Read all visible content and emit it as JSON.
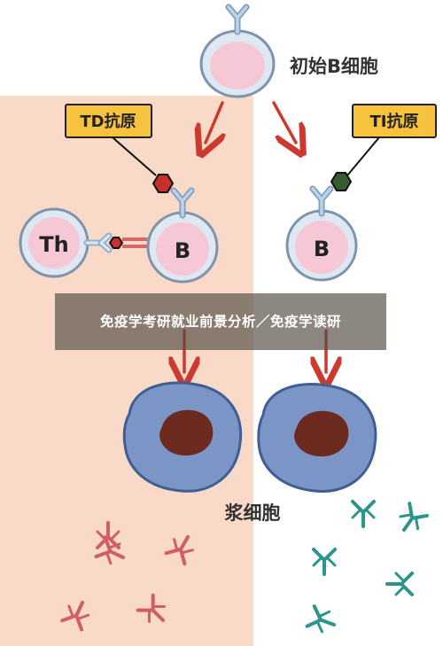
{
  "overlay": {
    "title": "免疫学考研就业前景分析／免疫学读研"
  },
  "diagram": {
    "b_cell_label": "初始B细胞",
    "td_antigen_label": "TD抗原",
    "ti_antigen_label": "TI抗原",
    "th_label": "Th",
    "b_label_left": "B",
    "b_label_right": "B",
    "plasma_cell_label": "浆细胞"
  },
  "colors": {
    "left_panel_bg": "#f9d9c7",
    "label_box_fill": "#f7c23e",
    "label_box_border": "#222222",
    "cell_fill": "#f6c8d6",
    "cell_ring": "#dde8f2",
    "cell_outline": "#7f93ab",
    "receptor": "#8fb2cf",
    "arrow": "#cc3a2f",
    "td_antigen": "#c8302b",
    "ti_antigen": "#365d2f",
    "plasma_fill": "#7b95c6",
    "plasma_outline": "#3f5f94",
    "nucleus": "#6d2a1f",
    "antibody_left": "#d05e63",
    "antibody_right": "#2b958c"
  }
}
